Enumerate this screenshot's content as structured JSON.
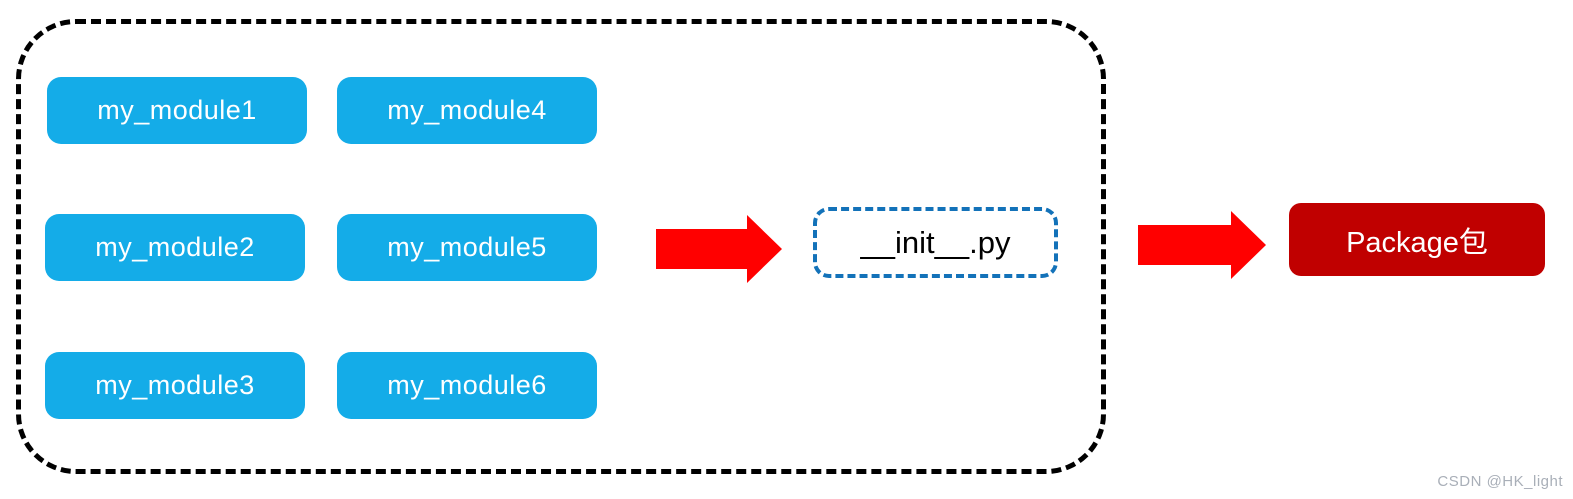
{
  "diagram": {
    "modules": [
      {
        "label": "my_module1"
      },
      {
        "label": "my_module2"
      },
      {
        "label": "my_module3"
      },
      {
        "label": "my_module4"
      },
      {
        "label": "my_module5"
      },
      {
        "label": "my_module6"
      }
    ],
    "init_file": {
      "label": "__init__.py"
    },
    "package": {
      "label": "Package包"
    },
    "arrows": [
      {
        "name": "modules-to-init-arrow",
        "direction": "right"
      },
      {
        "name": "init-to-package-arrow",
        "direction": "right"
      }
    ],
    "watermark": "CSDN @HK_light",
    "colors": {
      "module_fill": "#14ACE8",
      "module_text": "#FFFFFF",
      "arrow_fill": "#FF0000",
      "init_border": "#1372B9",
      "init_text": "#000000",
      "package_fill": "#C00000",
      "package_text": "#FFFFFF",
      "container_border": "#000000",
      "watermark_text": "#A9AFB8"
    }
  }
}
